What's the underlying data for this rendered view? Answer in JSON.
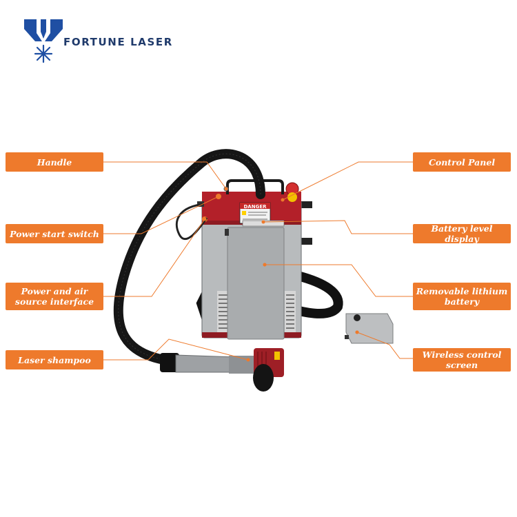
{
  "brand": {
    "name": "FORTUNE LASER",
    "logo_icon": "fortune-laser-logo-icon"
  },
  "colors": {
    "label_bg": "#ee7a2c",
    "brand": "#1f3a6b",
    "leader": "#ee7a2c"
  },
  "labels": {
    "handle": "Handle",
    "power_start_switch": "Power start switch",
    "power_air_interface": "Power and air source interface",
    "laser_shampoo": "Laser shampoo",
    "control_panel": "Control Panel",
    "battery_level_display": "Battery level display",
    "removable_battery": "Removable lithium battery",
    "wireless_control_screen": "Wireless control screen"
  },
  "device": {
    "warning_label": "DANGER"
  }
}
